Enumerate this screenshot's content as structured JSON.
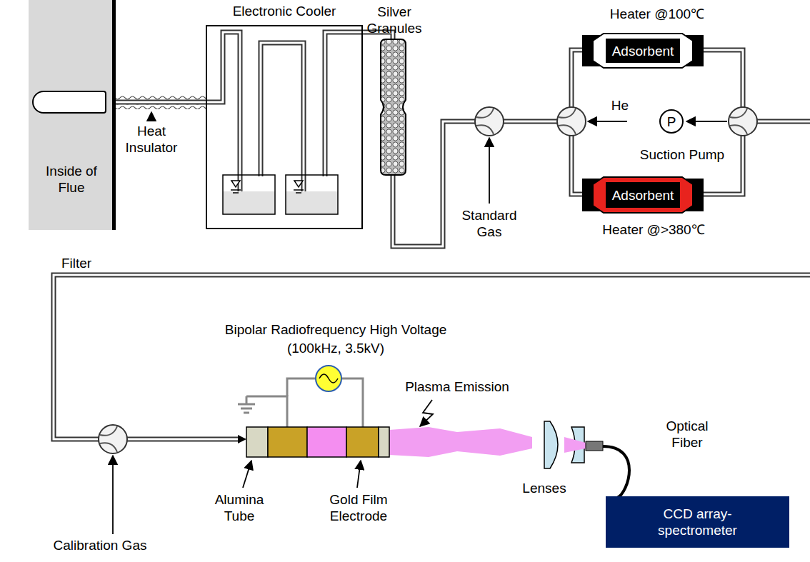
{
  "diagram": {
    "nodes": [
      {
        "text": [
          "Inside of Flue"
        ]
      },
      {
        "text": [
          "Filter"
        ],
        "in": 0
      },
      {
        "text": [
          "Electronic Cooler"
        ]
      },
      {
        "text": [
          "Adsorbent"
        ]
      },
      {
        "text": [
          "P"
        ]
      },
      {
        "text": [
          "Adsorbent"
        ]
      },
      {
        "text": [
          "CCD array- spectrometer"
        ]
      }
    ],
    "edges": [
      {
        "from": 1,
        "to": 2,
        "arrow": "none"
      }
    ],
    "labels": [
      "Heat Insulator",
      "Silver Granules",
      "Standard Gas",
      "He",
      "Heater @100℃",
      "Suction Pump",
      "Heater @>380℃",
      "Bipolar Radiofrequency High Voltage",
      "(100kHz, 3.5kV)",
      "Plasma Emission",
      "Optical Fiber",
      "Lenses",
      "Alumina Tube",
      "Gold Film Electrode",
      "Calibration Gas"
    ]
  }
}
